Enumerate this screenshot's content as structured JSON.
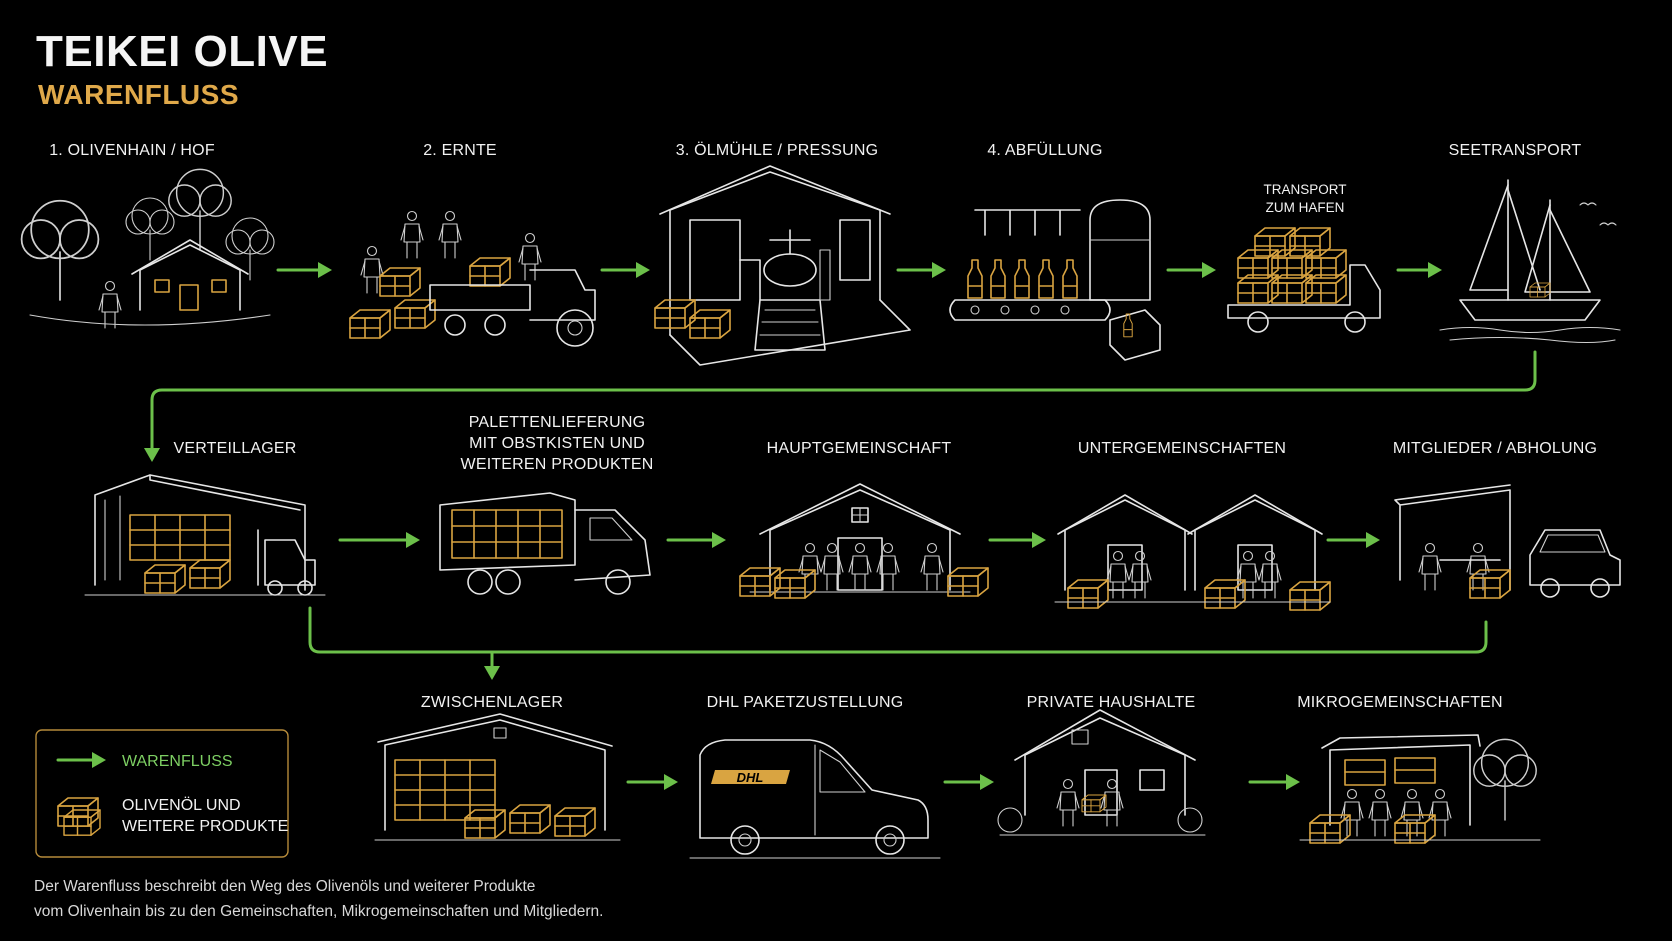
{
  "header": {
    "title": "TEIKEI OLIVE",
    "subtitle": "WARENFLUSS"
  },
  "row1": {
    "step1": {
      "label": "1. OLIVENHAIN / HOF",
      "icon": "olive-grove-farm-icon"
    },
    "step2": {
      "label": "2. ERNTE",
      "icon": "harvest-tractor-icon"
    },
    "step3": {
      "label": "3. ÖLMÜHLE / PRESSUNG",
      "icon": "oil-mill-press-icon"
    },
    "step4": {
      "label": "4. ABFÜLLUNG",
      "icon": "bottling-line-icon"
    },
    "step5": {
      "label_line1": "TRANSPORT",
      "label_line2": "ZUM HAFEN",
      "icon": "truck-icon"
    },
    "step6": {
      "label": "SEETRANSPORT",
      "icon": "sailing-ship-icon"
    }
  },
  "row2": {
    "step1": {
      "label": "VERTEILLAGER",
      "icon": "warehouse-forklift-icon"
    },
    "step2": {
      "label_line1": "PALETTENLIEFERUNG",
      "label_line2": "MIT OBSTKISTEN UND",
      "label_line3": "WEITEREN PRODUKTEN",
      "icon": "delivery-truck-icon"
    },
    "step3": {
      "label": "HAUPTGEMEINSCHAFT",
      "icon": "community-house-icon"
    },
    "step4": {
      "label": "UNTERGEMEINSCHAFTEN",
      "icon": "sub-community-houses-icon"
    },
    "step5": {
      "label": "MITGLIEDER / ABHOLUNG",
      "icon": "pickup-car-icon"
    }
  },
  "row3": {
    "step1": {
      "label": "ZWISCHENLAGER",
      "icon": "intermediate-warehouse-icon"
    },
    "step2": {
      "label": "DHL PAKETZUSTELLUNG",
      "van_text": "DHL",
      "icon": "dhl-van-icon"
    },
    "step3": {
      "label": "PRIVATE HAUSHALTE",
      "icon": "private-household-icon"
    },
    "step4": {
      "label": "MIKROGEMEINSCHAFTEN",
      "icon": "micro-community-market-icon"
    }
  },
  "legend": {
    "flow_label": "WARENFLUSS",
    "product_label_line1": "OLIVENÖL UND",
    "product_label_line2": "WEITERE PRODUKTE"
  },
  "footnote": {
    "line1": "Der Warenfluss beschreibt den Weg des Olivenöls und weiterer Produkte",
    "line2": "vom Olivenhain bis zu den Gemeinschaften, Mikrogemeinschaften und Mitgliedern."
  },
  "colors": {
    "background": "#000000",
    "flow_green": "#6cc04a",
    "accent_gold": "#d9a441",
    "line_white": "#e6e6e6"
  }
}
